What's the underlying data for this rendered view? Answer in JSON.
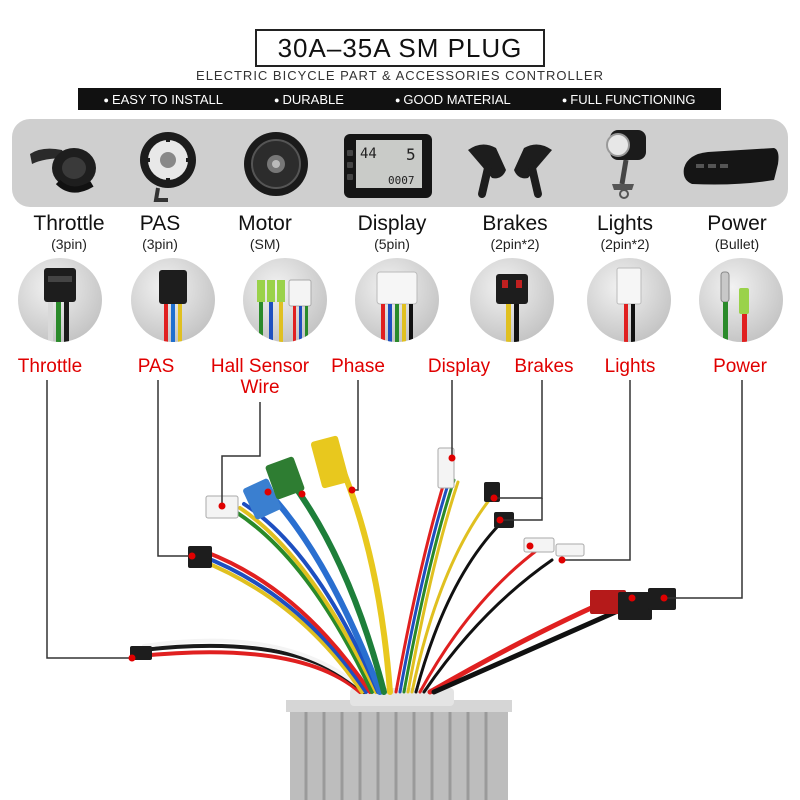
{
  "header": {
    "title": "30A–35A SM PLUG",
    "subtitle": "ELECTRIC BICYCLE PART & ACCESSORIES CONTROLLER",
    "features": [
      "EASY TO INSTALL",
      "DURABLE",
      "GOOD MATERIAL",
      "FULL FUNCTIONING"
    ]
  },
  "display_screen": {
    "speed": "44",
    "level": "5",
    "odo": "0007"
  },
  "components": [
    {
      "name": "Throttle",
      "pins": "(3pin)",
      "icon": "thumb-throttle-icon"
    },
    {
      "name": "PAS",
      "pins": "(3pin)",
      "icon": "pas-sensor-icon"
    },
    {
      "name": "Motor",
      "pins": "(SM)",
      "icon": "hub-motor-icon"
    },
    {
      "name": "Display",
      "pins": "(5pin)",
      "icon": "lcd-display-icon"
    },
    {
      "name": "Brakes",
      "pins": "(2pin*2)",
      "icon": "brake-levers-icon"
    },
    {
      "name": "Lights",
      "pins": "(2pin*2)",
      "icon": "headlight-icon"
    },
    {
      "name": "Power",
      "pins": "(Bullet)",
      "icon": "battery-icon"
    }
  ],
  "wire_labels": [
    "Throttle",
    "PAS",
    "Hall Sensor\nWire",
    "Phase",
    "Display",
    "Brakes",
    "Lights",
    "Power"
  ],
  "colors": {
    "label_red": "#e00000",
    "strip_gray": "#cfcfcf",
    "feature_bar": "#111111"
  }
}
